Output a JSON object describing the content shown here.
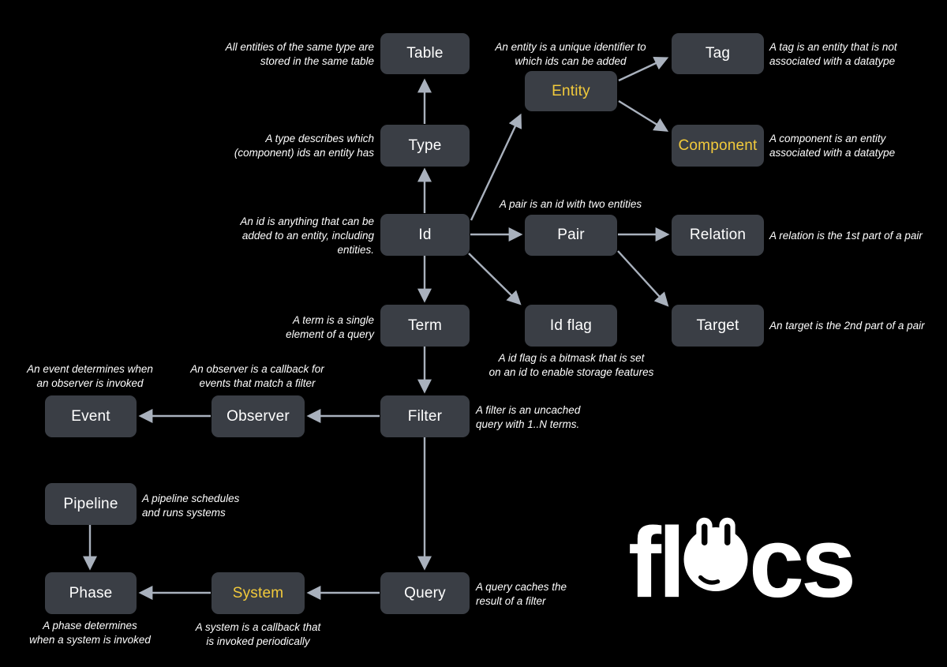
{
  "colors": {
    "background": "#000000",
    "node_background": "#3a3e45",
    "node_text": "#ffffff",
    "accent_text": "#f2ca3b",
    "arrow": "#a9b1bd",
    "note_text": "#ffffff",
    "logo_text": "#ffffff"
  },
  "nodes": {
    "table": {
      "label": "Table"
    },
    "type": {
      "label": "Type"
    },
    "id": {
      "label": "Id"
    },
    "term": {
      "label": "Term"
    },
    "filter": {
      "label": "Filter"
    },
    "query": {
      "label": "Query"
    },
    "entity": {
      "label": "Entity"
    },
    "pair": {
      "label": "Pair"
    },
    "id_flag": {
      "label": "Id flag"
    },
    "tag": {
      "label": "Tag"
    },
    "component": {
      "label": "Component"
    },
    "relation": {
      "label": "Relation"
    },
    "target": {
      "label": "Target"
    },
    "event": {
      "label": "Event"
    },
    "observer": {
      "label": "Observer"
    },
    "pipeline": {
      "label": "Pipeline"
    },
    "phase": {
      "label": "Phase"
    },
    "system": {
      "label": "System"
    }
  },
  "notes": {
    "table": {
      "text": "All entities of the same type are\nstored in the same table"
    },
    "entity": {
      "text": "An entity is a unique identifier to\nwhich ids can be added"
    },
    "tag": {
      "text": "A tag is an entity that is not\nassociated with a datatype"
    },
    "component": {
      "text": "A component is an entity\nassociated with a datatype"
    },
    "type": {
      "text": "A type describes which\n(component) ids an entity has"
    },
    "id": {
      "text": "An id is anything that can be\nadded to an entity, including\nentities."
    },
    "pair": {
      "text": "A pair is an id with two entities"
    },
    "relation": {
      "text": "A relation is the 1st part of a pair"
    },
    "term": {
      "text": "A term is a single\nelement of a query"
    },
    "id_flag": {
      "text": "A id flag is a bitmask that is set\non an id to enable storage features"
    },
    "target": {
      "text": "An target is the 2nd part of a pair"
    },
    "filter": {
      "text": "A filter is an uncached\nquery with 1..N terms."
    },
    "observer": {
      "text": "An observer is a callback for\nevents that match a filter"
    },
    "event": {
      "text": "An event determines when\nan observer is invoked"
    },
    "pipeline": {
      "text": "A pipeline schedules\nand runs systems"
    },
    "phase": {
      "text": "A phase determines\nwhen a system is invoked"
    },
    "system": {
      "text": "A system is a callback that\nis invoked periodically"
    },
    "query": {
      "text": "A query caches the\nresult of a filter"
    }
  },
  "edges": [
    {
      "from": "type",
      "to": "table"
    },
    {
      "from": "id",
      "to": "type"
    },
    {
      "from": "id",
      "to": "entity"
    },
    {
      "from": "entity",
      "to": "tag"
    },
    {
      "from": "entity",
      "to": "component"
    },
    {
      "from": "id",
      "to": "pair"
    },
    {
      "from": "pair",
      "to": "relation"
    },
    {
      "from": "pair",
      "to": "target"
    },
    {
      "from": "id",
      "to": "id_flag"
    },
    {
      "from": "id",
      "to": "term"
    },
    {
      "from": "term",
      "to": "filter"
    },
    {
      "from": "filter",
      "to": "observer"
    },
    {
      "from": "observer",
      "to": "event"
    },
    {
      "from": "filter",
      "to": "query"
    },
    {
      "from": "query",
      "to": "system"
    },
    {
      "from": "system",
      "to": "phase"
    },
    {
      "from": "pipeline",
      "to": "phase"
    }
  ],
  "logo": {
    "word": "flecs",
    "left": "fl",
    "right": "cs"
  }
}
